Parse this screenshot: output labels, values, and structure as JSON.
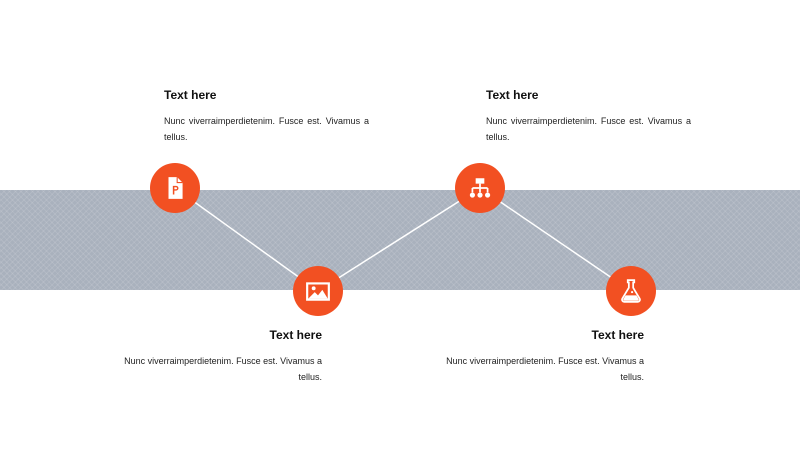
{
  "colors": {
    "accent": "#f25022",
    "band": "#a9b1bd",
    "line": "#ffffff"
  },
  "steps": [
    {
      "icon": "powerpoint-file-icon",
      "title": "Text here",
      "text": "Nunc viverraimperdietenim. Fusce est. Vivamus a tellus."
    },
    {
      "icon": "image-icon",
      "title": "Text here",
      "text": "Nunc viverraimperdietenim. Fusce est. Vivamus a tellus."
    },
    {
      "icon": "org-chart-icon",
      "title": "Text here",
      "text": "Nunc viverraimperdietenim. Fusce est. Vivamus a tellus."
    },
    {
      "icon": "flask-icon",
      "title": "Text here",
      "text": "Nunc viverraimperdietenim. Fusce est. Vivamus a tellus."
    }
  ]
}
